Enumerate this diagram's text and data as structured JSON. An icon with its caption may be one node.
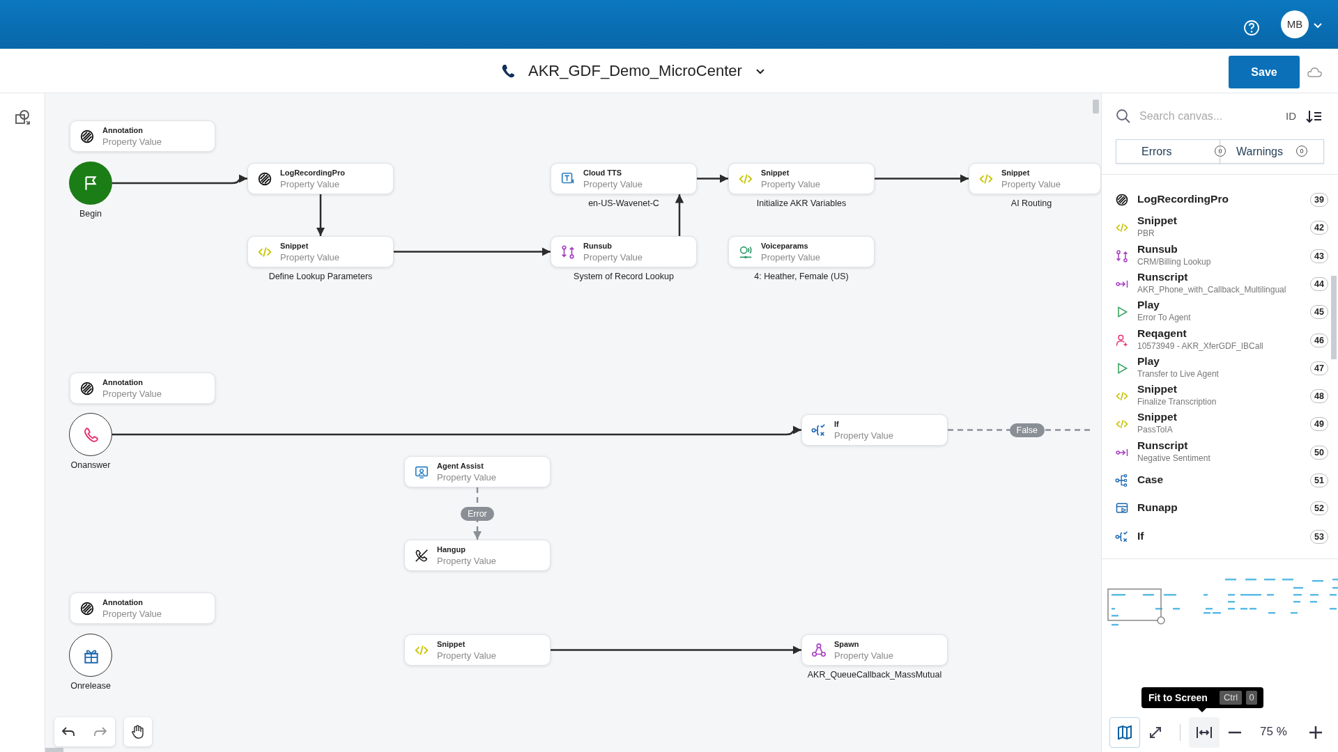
{
  "diagram": {
    "nodes": [
      {
        "text": [
          "Annotation",
          "Property Value"
        ]
      },
      {
        "text": [
          "Begin"
        ]
      },
      {
        "text": [
          "LogRecordingPro",
          "Property Value"
        ]
      },
      {
        "text": [
          "Snippet",
          "Property Value"
        ],
        "beside": [
          "Define Lookup Parameters"
        ]
      },
      {
        "text": [
          "Cloud TTS",
          "Property Value"
        ],
        "beside": [
          "en-US-Wavenet-C"
        ]
      },
      {
        "text": [
          "Snippet",
          "Property Value"
        ],
        "beside": [
          "Initialize AKR Variables"
        ]
      },
      {
        "text": [
          "Snippet",
          "Property Value"
        ],
        "beside": [
          "AI Routing"
        ]
      },
      {
        "text": [
          "Runsub",
          "Property Value"
        ],
        "beside": [
          "System of Record Lookup"
        ]
      },
      {
        "text": [
          "Voiceparams",
          "Property Value"
        ],
        "beside": [
          "4: Heather, Female (US)"
        ]
      },
      {
        "text": [
          "Annotation",
          "Property Value"
        ]
      },
      {
        "text": [
          "Onanswer"
        ]
      },
      {
        "text": [
          "If",
          "Property Value"
        ]
      },
      {
        "text": [
          "Agent Assist",
          "Property Value"
        ]
      },
      {
        "text": [
          "Hangup",
          "Property Value"
        ]
      },
      {
        "text": [
          "Annotation",
          "Property Value"
        ]
      },
      {
        "text": [
          "Onrelease"
        ]
      },
      {
        "text": [
          "Snippet",
          "Property Value"
        ]
      },
      {
        "text": [
          "Spawn",
          "Property Value"
        ],
        "beside": [
          "AKR_QueueCallback_MassMutual"
        ]
      }
    ],
    "edges": [
      {
        "from": 1,
        "to": 2,
        "arrow": "to"
      },
      {
        "from": 2,
        "to": 3,
        "arrow": "to"
      },
      {
        "from": 3,
        "to": 7,
        "arrow": "to"
      },
      {
        "from": 7,
        "to": 4,
        "arrow": "to"
      },
      {
        "from": 4,
        "to": 5,
        "arrow": "to"
      },
      {
        "from": 5,
        "to": 6,
        "arrow": "to"
      },
      {
        "from": 10,
        "to": 11,
        "arrow": "to"
      },
      {
        "from": 11,
        "to": null,
        "arrow": "none",
        "label": "False",
        "style": "dashed",
        "color": "#8a8f96"
      },
      {
        "from": 12,
        "to": 13,
        "arrow": "to",
        "label": "Error",
        "style": "dashed",
        "color": "#8a8f96"
      },
      {
        "from": 16,
        "to": 17,
        "arrow": "to"
      }
    ],
    "labels": [
      "AKR_GDF_Demo_MicroCenter",
      "Save",
      "MB",
      "Search canvas...",
      "ID",
      "Errors",
      "0",
      "Warnings",
      "0",
      "LogRecordingPro",
      "39",
      "Snippet",
      "PBR",
      "42",
      "Runsub",
      "CRM/Billing Lookup",
      "43",
      "Runscript",
      "AKR_Phone_with_Callback_Multilingual",
      "44",
      "Play",
      "Error To Agent",
      "45",
      "Reqagent",
      "10573949 - AKR_XferGDF_IBCall",
      "46",
      "Play",
      "Transfer to Live Agent",
      "47",
      "Snippet",
      "Finalize Transcription",
      "48",
      "Snippet",
      "PassToIA",
      "49",
      "Runscript",
      "Negative Sentiment",
      "50",
      "Case",
      "51",
      "Runapp",
      "52",
      "If",
      "53",
      "Fit to Screen",
      "Ctrl",
      "0",
      "75 %"
    ]
  }
}
